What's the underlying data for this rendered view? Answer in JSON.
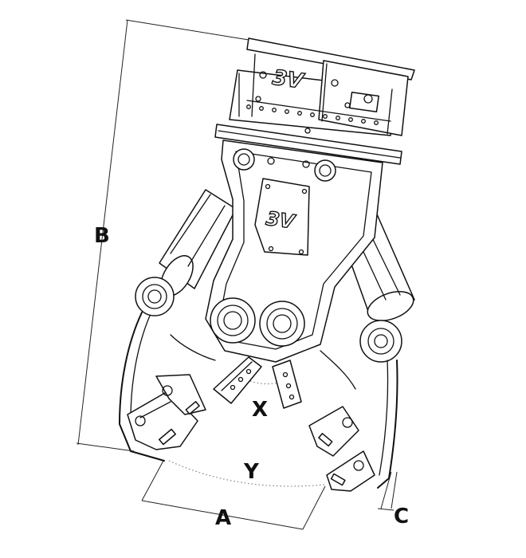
{
  "diagram": {
    "logo_top": "3V",
    "logo_body": "3V",
    "dimensions": {
      "A": "A",
      "B": "B",
      "C": "C",
      "X": "X",
      "Y": "Y"
    }
  }
}
